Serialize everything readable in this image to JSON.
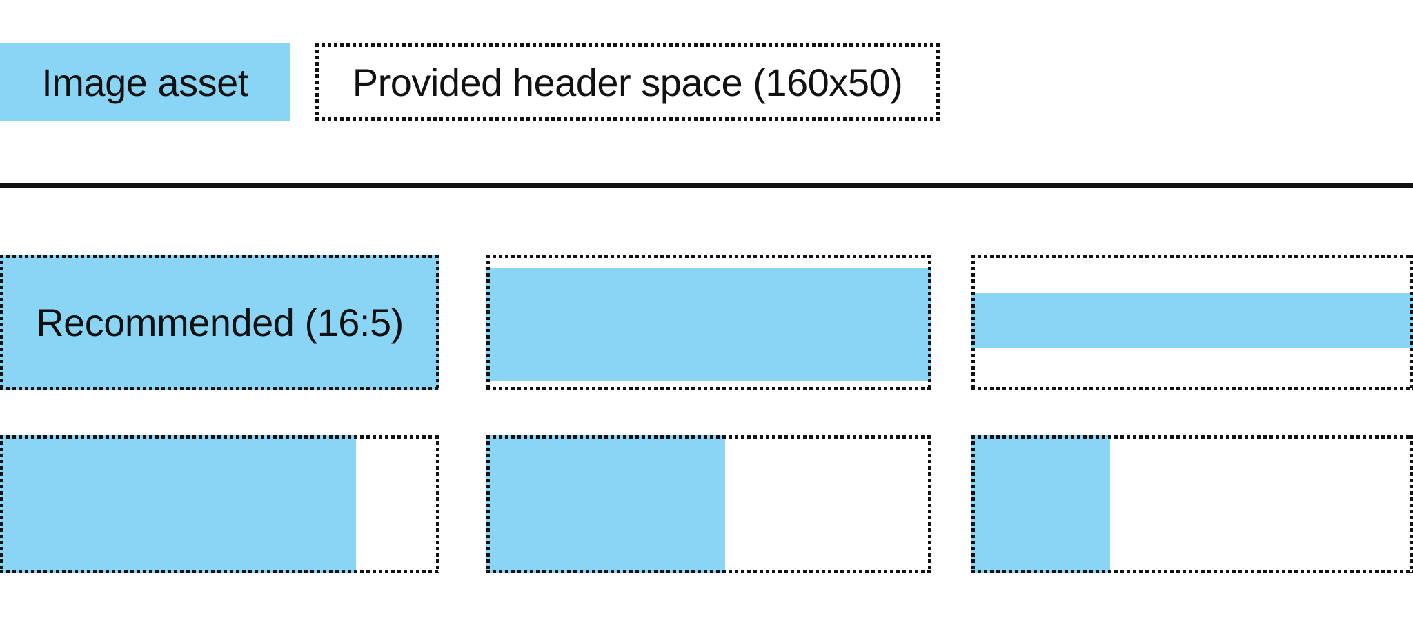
{
  "legend": {
    "image_asset": "Image asset",
    "header_space": "Provided header space (160x50)"
  },
  "grid": {
    "recommended": "Recommended (16:5)",
    "boxes": [
      {
        "id": "r1c1",
        "label": "Recommended (16:5)",
        "asset_fit": "fills entire provided space (16:5)"
      },
      {
        "id": "r1c2",
        "label": "",
        "asset_fit": "full width, reduced height, vertically centered"
      },
      {
        "id": "r1c3",
        "label": "",
        "asset_fit": "full width, thin band, vertically centered"
      },
      {
        "id": "r2c1",
        "label": "",
        "asset_fit": "full height, partial width, left aligned"
      },
      {
        "id": "r2c2",
        "label": "",
        "asset_fit": "full height, about half width, left aligned"
      },
      {
        "id": "r2c3",
        "label": "",
        "asset_fit": "full height, narrow width, left aligned"
      }
    ]
  },
  "colors": {
    "asset-fill": "#8AD5F5",
    "border": "#111111",
    "divider": "#111111",
    "text": "#111111",
    "background": "#FFFFFF"
  }
}
